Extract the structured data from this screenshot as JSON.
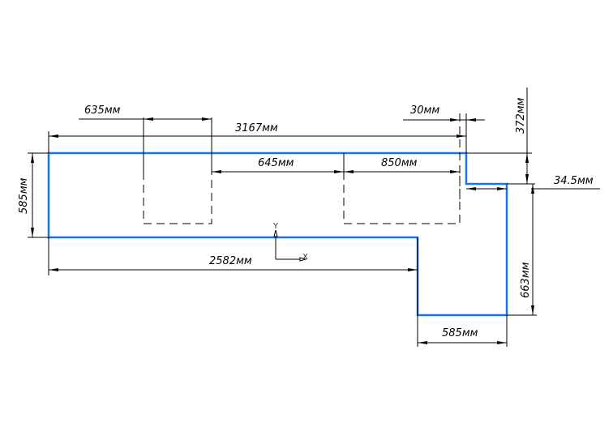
{
  "drawing": {
    "title": "Countertop layout (L-shape) with sink/hob cutouts",
    "colors": {
      "outline": "#1a73e8",
      "dimension": "#000000",
      "background": "#ffffff"
    },
    "origin_axes": {
      "x_label": "X",
      "y_label": "Y"
    },
    "dimensions": {
      "total_length": "3167мм",
      "left_offset": "635мм",
      "cutout_1_width": "645мм",
      "cutout_2_width": "850мм",
      "gap_right": "30мм",
      "depth_left": "585мм",
      "bottom_length": "2582мм",
      "step_height": "372мм",
      "step_offset": "34.5мм",
      "leg_depth": "663мм",
      "leg_width": "585мм"
    }
  }
}
